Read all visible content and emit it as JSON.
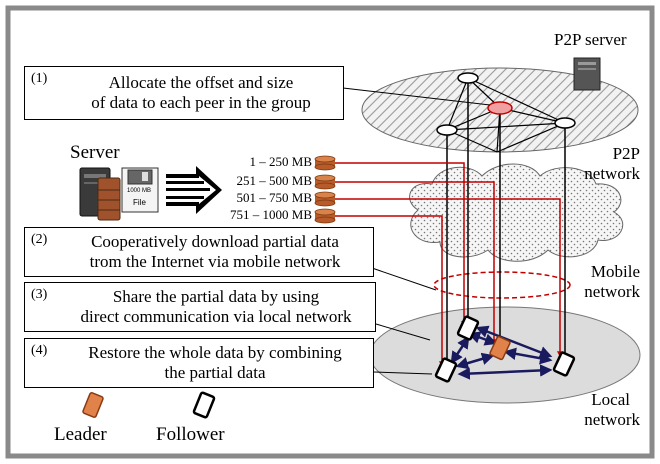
{
  "labels": {
    "p2p_server": "P2P server",
    "p2p_network": [
      "P2P",
      "network"
    ],
    "mobile_network": [
      "Mobile",
      "network"
    ],
    "local_network": [
      "Local",
      "network"
    ],
    "server": "Server",
    "file_size": "1000 MB",
    "file_label": "File"
  },
  "ranges": [
    "1 – 250 MB",
    "251 – 500 MB",
    "501 – 750 MB",
    "751 – 1000 MB"
  ],
  "steps": [
    {
      "num": "(1)",
      "lines": [
        "Allocate the offset and size",
        "of data to each peer in the group"
      ]
    },
    {
      "num": "(2)",
      "lines": [
        "Cooperatively download partial data",
        "trom the Internet via mobile network"
      ]
    },
    {
      "num": "(3)",
      "lines": [
        "Share the partial data by using",
        "direct communication via local network"
      ]
    },
    {
      "num": "(4)",
      "lines": [
        "Restore the whole data by combining",
        "the partial data"
      ]
    }
  ],
  "legend": {
    "leader": "Leader",
    "follower": "Follower"
  },
  "colors": {
    "leader": "#e0824a",
    "link": "#c00000",
    "arrow": "#1a1a5e",
    "frame": "#8a8a8a"
  }
}
